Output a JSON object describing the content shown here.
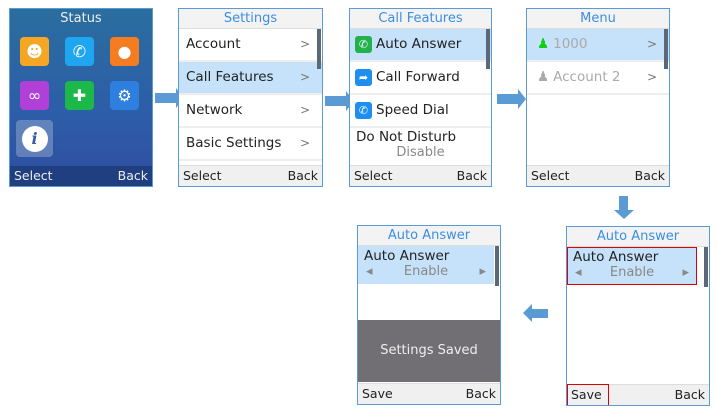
{
  "status": {
    "title": "Status",
    "apps": [
      "contacts-icon",
      "call-history-icon",
      "messages-icon",
      "voicemail-icon",
      "security-icon",
      "settings-icon",
      "info-icon"
    ],
    "left": "Select",
    "right": "Back"
  },
  "settings": {
    "title": "Settings",
    "items": [
      "Account",
      "Call Features",
      "Network",
      "Basic Settings"
    ],
    "left": "Select",
    "right": "Back"
  },
  "call_features": {
    "title": "Call Features",
    "items": [
      "Auto Answer",
      "Call Forward",
      "Speed Dial",
      "Do Not Disturb"
    ],
    "dnd_value": "Disable",
    "left": "Select",
    "right": "Back"
  },
  "menu": {
    "title": "Menu",
    "items": [
      "1000",
      "Account 2"
    ],
    "left": "Select",
    "right": "Back"
  },
  "auto_answer_edit": {
    "title": "Auto Answer",
    "label": "Auto Answer",
    "value": "Enable",
    "left": "Save",
    "right": "Back"
  },
  "auto_answer_saved": {
    "title": "Auto Answer",
    "label": "Auto Answer",
    "value": "Enable",
    "message": "Settings Saved",
    "left": "Save",
    "right": "Back"
  },
  "colors": {
    "accent": "#3a8ee6",
    "selected": "#c5e2fa",
    "highlight": "#e00000"
  }
}
